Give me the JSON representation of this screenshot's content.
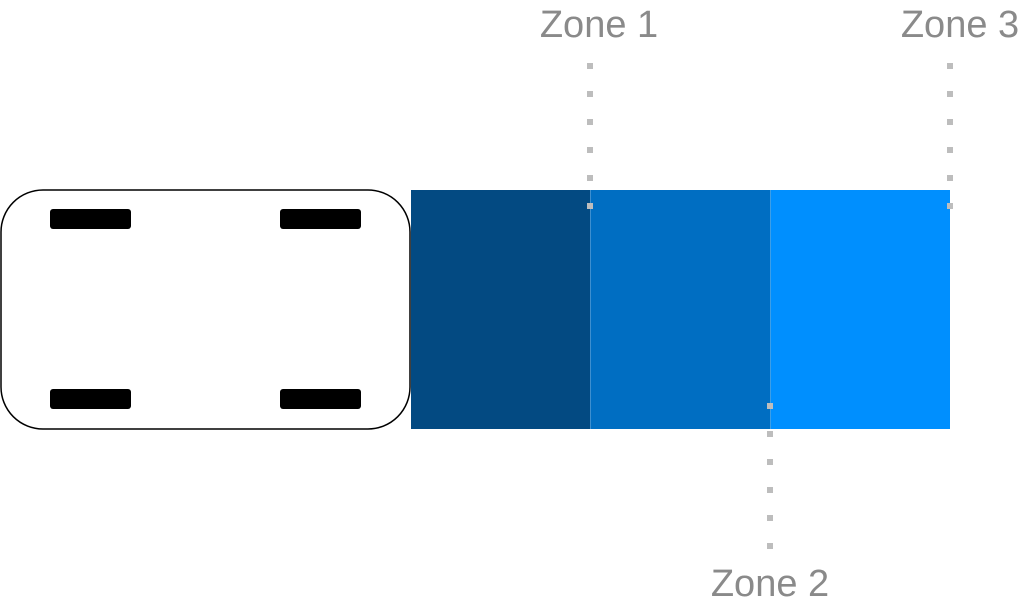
{
  "labels": {
    "zone1": "Zone 1",
    "zone2": "Zone 2",
    "zone3": "Zone 3"
  },
  "colors": {
    "zone1_fill": "#034a82",
    "zone2_fill": "#006ec2",
    "zone3_fill": "#008ffe",
    "leader_line": "#bdbdbd",
    "label_text": "#8a8a8a",
    "vehicle_outline": "#000000",
    "wheel": "#000000"
  },
  "icons": {
    "vehicle": "car-top-view-icon",
    "wheel": "wheel-icon"
  }
}
